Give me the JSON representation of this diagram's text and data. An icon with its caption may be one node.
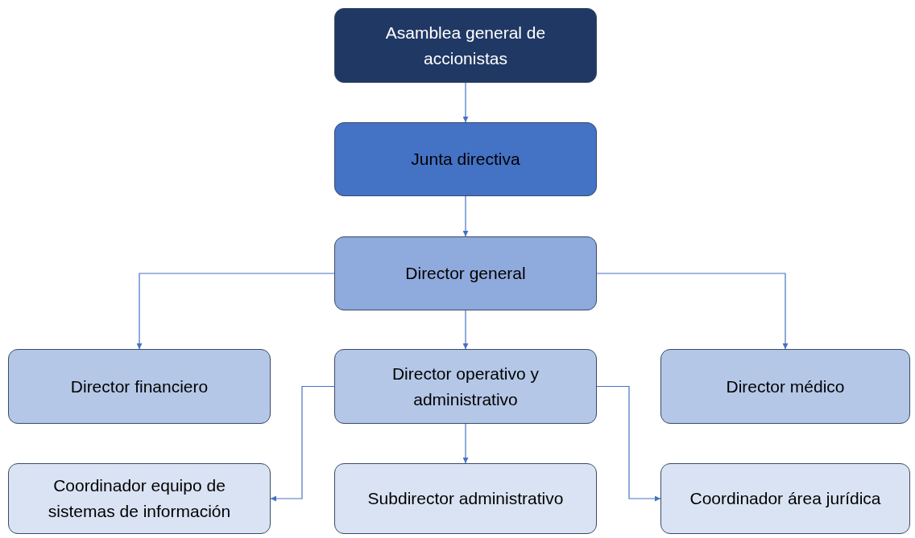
{
  "diagram": {
    "nodes": [
      {
        "text": [
          "Asamblea general de accionistas"
        ]
      },
      {
        "text": [
          "Junta directiva"
        ]
      },
      {
        "text": [
          "Director general"
        ]
      },
      {
        "text": [
          "Director financiero"
        ]
      },
      {
        "text": [
          "Director operativo y administrativo"
        ]
      },
      {
        "text": [
          "Director médico"
        ]
      },
      {
        "text": [
          "Coordinador equipo de sistemas de información"
        ]
      },
      {
        "text": [
          "Subdirector administrativo"
        ]
      },
      {
        "text": [
          "Coordinador área jurídica"
        ]
      }
    ],
    "edges": [
      {
        "from": 0,
        "to": 1,
        "arrow": "to"
      },
      {
        "from": 1,
        "to": 2,
        "arrow": "to"
      },
      {
        "from": 2,
        "to": 3,
        "arrow": "to"
      },
      {
        "from": 2,
        "to": 4,
        "arrow": "to"
      },
      {
        "from": 2,
        "to": 5,
        "arrow": "to"
      },
      {
        "from": 4,
        "to": 6,
        "arrow": "to"
      },
      {
        "from": 4,
        "to": 7,
        "arrow": "to"
      },
      {
        "from": 4,
        "to": 8,
        "arrow": "to"
      }
    ]
  }
}
